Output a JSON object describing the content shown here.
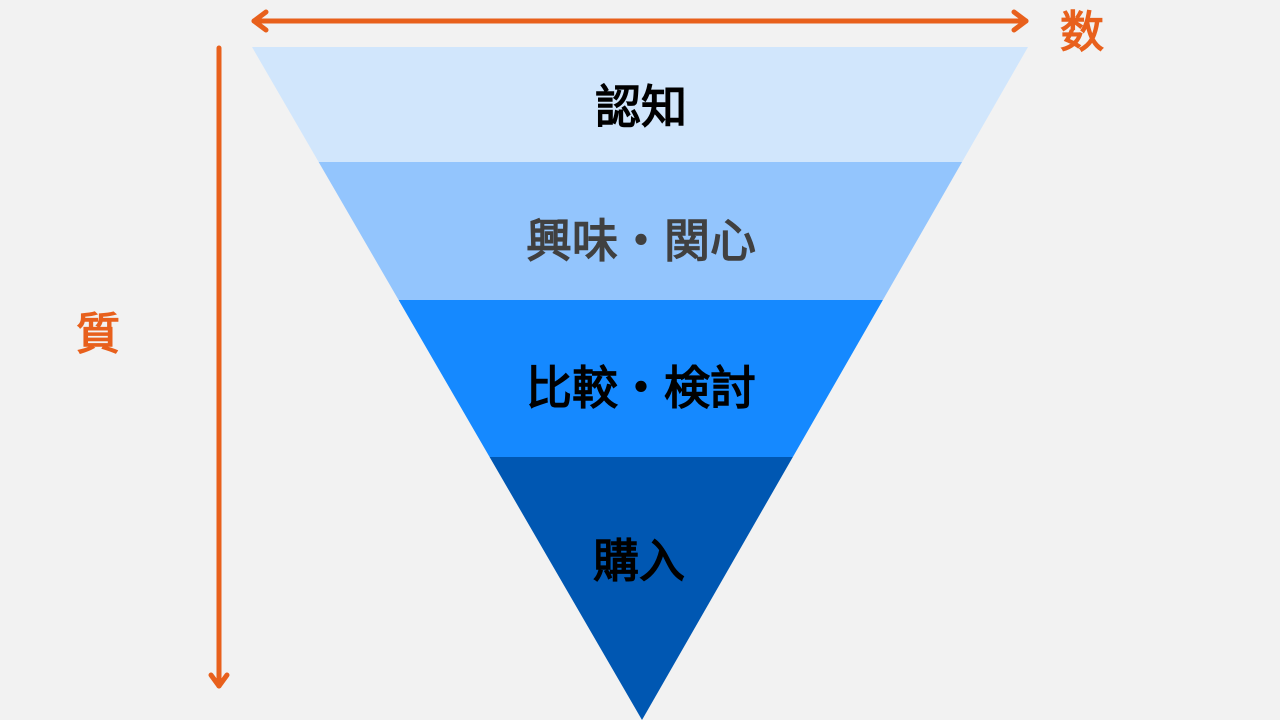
{
  "axes": {
    "horizontal_label": "数",
    "vertical_label": "質",
    "color": "#e8601c"
  },
  "stages": [
    {
      "label": "認知",
      "fill": "#d1e6fc",
      "text_color": "#000000"
    },
    {
      "label": "興味・関心",
      "fill": "#93c5fd",
      "text_color": "#404040"
    },
    {
      "label": "比較・検討",
      "fill": "#1589ff",
      "text_color": "#000000"
    },
    {
      "label": "購入",
      "fill": "#0057b2",
      "text_color": "#000000"
    }
  ]
}
